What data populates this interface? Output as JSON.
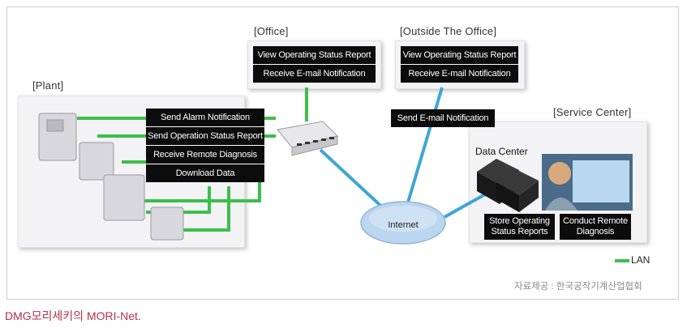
{
  "sections": {
    "plant": "[Plant]",
    "office": "[Office]",
    "outside": "[Outside The Office]",
    "service": "[Service Center]"
  },
  "plant_functions": [
    "Send Alarm Notification",
    "Send Operation Status Report",
    "Receive Remote Diagnosis",
    "Download Data"
  ],
  "office_functions": [
    "View Operating Status Report",
    "Receive E-mail Notification"
  ],
  "outside_functions": [
    "View Operating Status Report",
    "Receive E-mail Notification"
  ],
  "outside_email": "Send E-mail Notification",
  "data_center": "Data Center",
  "service_functions": {
    "store": "Store Operating Status Reports",
    "diagnosis": "Conduct Remote Diagnosis"
  },
  "internet": "Internet",
  "legend": "LAN",
  "source": "자료제공 : 한국공작기계산업협회",
  "caption": "DMG모리세키의 MORI-Net.",
  "colors": {
    "lan": "#3cbf4a",
    "wan": "#3fa6d4",
    "caption": "#b0304b",
    "box": "#0c0c0c"
  }
}
